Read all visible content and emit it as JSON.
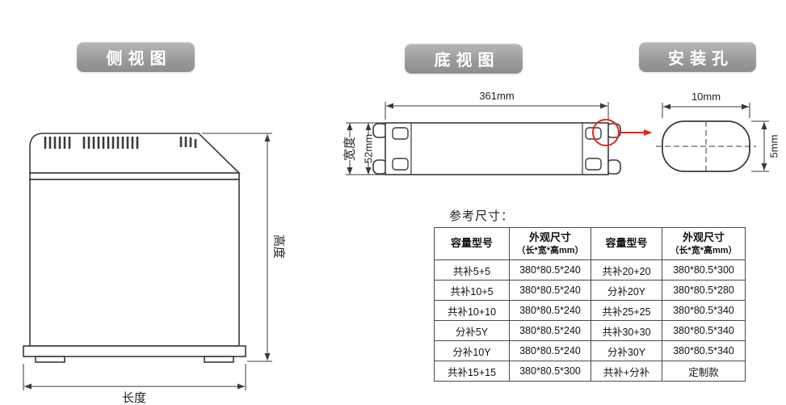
{
  "badges": {
    "side_view": "侧视图",
    "bottom_view": "底视图",
    "mounting_hole": "安装孔"
  },
  "side_view": {
    "height_label": "高度",
    "length_label": "长度"
  },
  "bottom_view": {
    "length_dim": "361mm",
    "width_label": "宽度",
    "width_dim": "52mm"
  },
  "mounting_hole": {
    "width_dim": "10mm",
    "height_dim": "5mm"
  },
  "table": {
    "caption": "参考尺寸：",
    "headers": {
      "model_a": "容量型号",
      "size_a_line1": "外观尺寸",
      "size_a_line2": "（长*宽*高mm）",
      "model_b": "容量型号",
      "size_b_line1": "外观尺寸",
      "size_b_line2": "（长*宽*高mm）"
    },
    "rows": [
      [
        "共补5+5",
        "380*80.5*240",
        "共补20+20",
        "380*80.5*300"
      ],
      [
        "共补10+5",
        "380*80.5*240",
        "分补20Y",
        "380*80.5*280"
      ],
      [
        "共补10+10",
        "380*80.5*240",
        "共补25+25",
        "380*80.5*340"
      ],
      [
        "分补5Y",
        "380*80.5*240",
        "共补30+30",
        "380*80.5*340"
      ],
      [
        "分补10Y",
        "380*80.5*240",
        "分补30Y",
        "380*80.5*340"
      ],
      [
        "共补15+15",
        "380*80.5*300",
        "共补+分补",
        "定制款"
      ]
    ]
  }
}
